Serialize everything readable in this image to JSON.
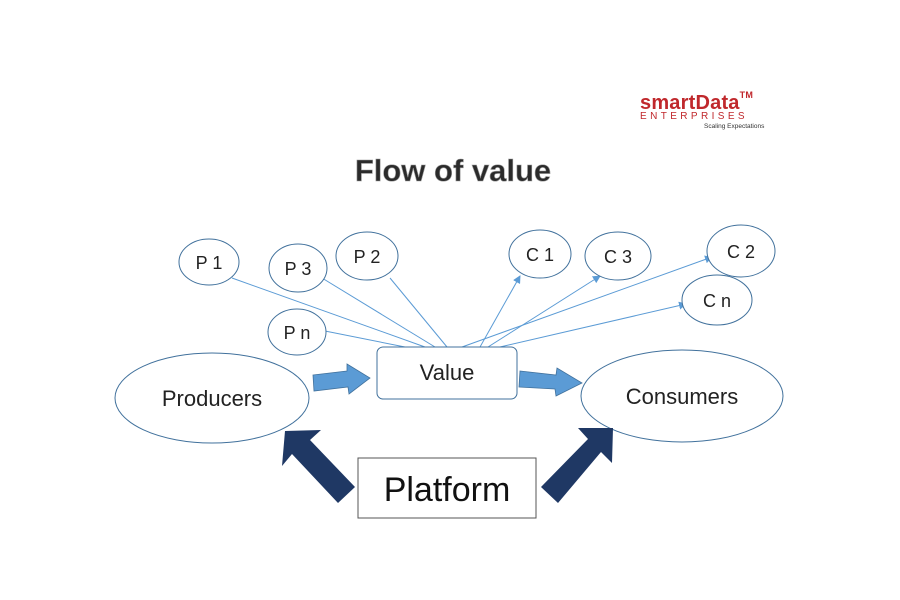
{
  "logo": {
    "name": "smartData",
    "tm": "TM",
    "sub": "ENTERPRISES",
    "tagline": "Scaling Expectations"
  },
  "diagram": {
    "title": "Flow of value",
    "producers_node": "Producers",
    "value_node": "Value",
    "consumers_node": "Consumers",
    "platform_node": "Platform",
    "producer_circles": [
      "P 1",
      "P 3",
      "P 2",
      "P n"
    ],
    "consumer_circles": [
      "C 1",
      "C 3",
      "C 2",
      "C n"
    ]
  },
  "colors": {
    "flow_arrow": "#5b9bd5",
    "platform_arrow": "#1f3864",
    "connector_line": "#5b9bd5",
    "node_border": "#41719c",
    "brand_red": "#c0282c"
  }
}
